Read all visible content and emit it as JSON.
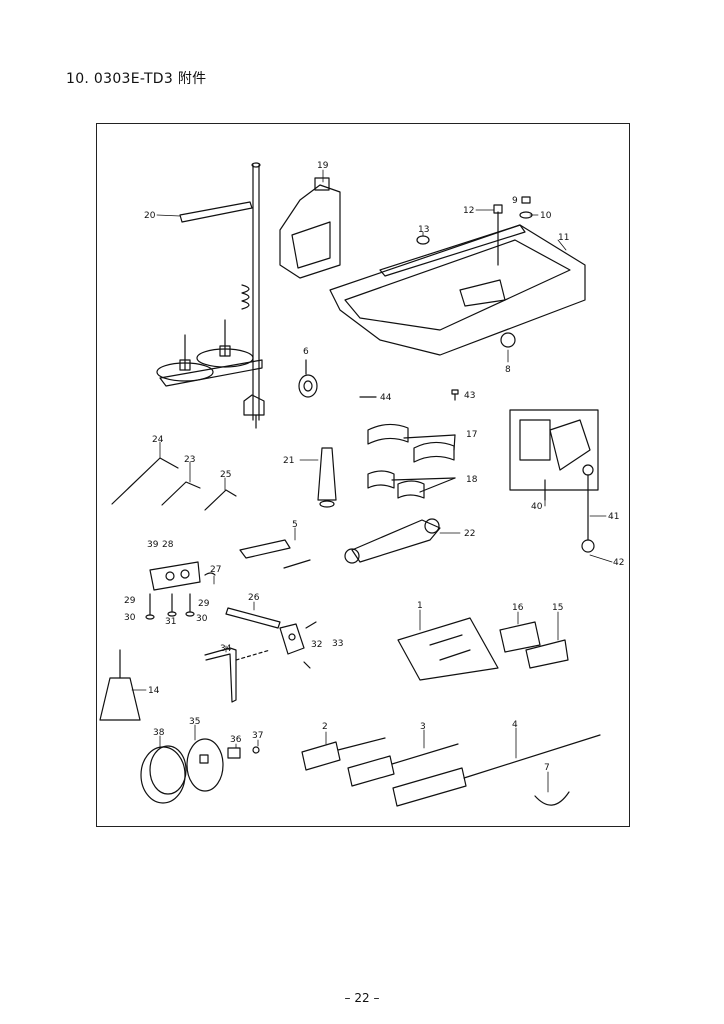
{
  "page": {
    "heading": "10.  0303E-TD3 附件",
    "page_number": "– 22 –"
  },
  "diagram": {
    "callouts": [
      {
        "id": "c1",
        "text": "1"
      },
      {
        "id": "c2",
        "text": "2"
      },
      {
        "id": "c3",
        "text": "3"
      },
      {
        "id": "c4",
        "text": "4"
      },
      {
        "id": "c5",
        "text": "5"
      },
      {
        "id": "c6",
        "text": "6"
      },
      {
        "id": "c7",
        "text": "7"
      },
      {
        "id": "c8",
        "text": "8"
      },
      {
        "id": "c9",
        "text": "9"
      },
      {
        "id": "c10",
        "text": "10"
      },
      {
        "id": "c11",
        "text": "11"
      },
      {
        "id": "c12",
        "text": "12"
      },
      {
        "id": "c13",
        "text": "13"
      },
      {
        "id": "c14",
        "text": "14"
      },
      {
        "id": "c15",
        "text": "15"
      },
      {
        "id": "c16",
        "text": "16"
      },
      {
        "id": "c17",
        "text": "17"
      },
      {
        "id": "c18",
        "text": "18"
      },
      {
        "id": "c19",
        "text": "19"
      },
      {
        "id": "c20",
        "text": "20"
      },
      {
        "id": "c21",
        "text": "21"
      },
      {
        "id": "c22",
        "text": "22"
      },
      {
        "id": "c23",
        "text": "23"
      },
      {
        "id": "c24",
        "text": "24"
      },
      {
        "id": "c25",
        "text": "25"
      },
      {
        "id": "c26",
        "text": "26"
      },
      {
        "id": "c27",
        "text": "27"
      },
      {
        "id": "c28",
        "text": "28"
      },
      {
        "id": "c29a",
        "text": "29"
      },
      {
        "id": "c29b",
        "text": "29"
      },
      {
        "id": "c30a",
        "text": "30"
      },
      {
        "id": "c30b",
        "text": "30"
      },
      {
        "id": "c31",
        "text": "31"
      },
      {
        "id": "c32",
        "text": "32"
      },
      {
        "id": "c33",
        "text": "33"
      },
      {
        "id": "c34",
        "text": "34"
      },
      {
        "id": "c35",
        "text": "35"
      },
      {
        "id": "c36",
        "text": "36"
      },
      {
        "id": "c37",
        "text": "37"
      },
      {
        "id": "c38",
        "text": "38"
      },
      {
        "id": "c39",
        "text": "39"
      },
      {
        "id": "c40",
        "text": "40"
      },
      {
        "id": "c41",
        "text": "41"
      },
      {
        "id": "c42",
        "text": "42"
      },
      {
        "id": "c43",
        "text": "43"
      },
      {
        "id": "c44",
        "text": "44"
      }
    ]
  }
}
